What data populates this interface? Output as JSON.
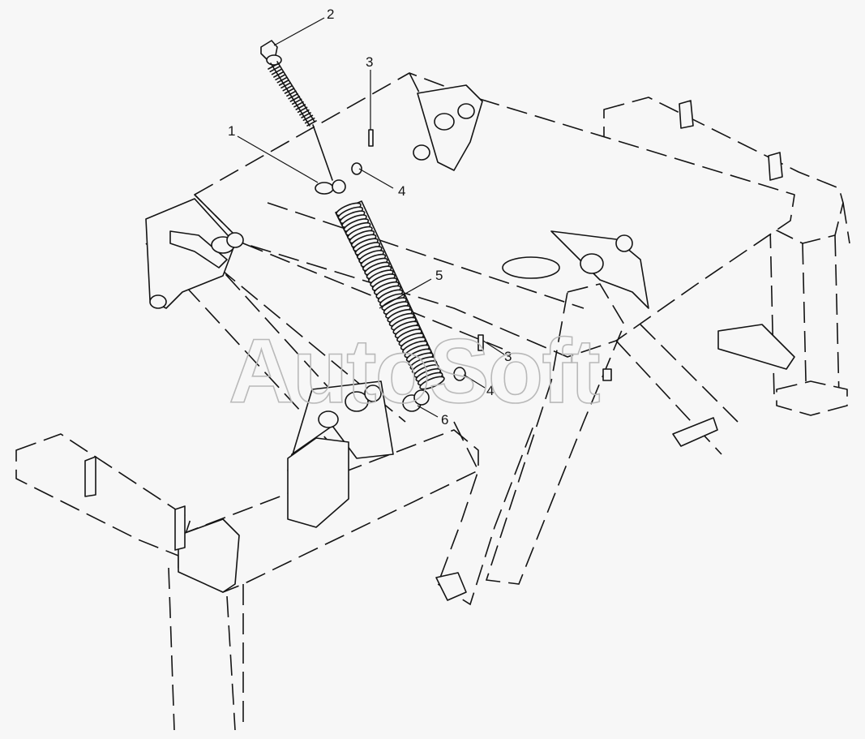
{
  "watermark": "AutoSoft",
  "callouts": [
    {
      "label": "1",
      "part": "split-pin-upper"
    },
    {
      "label": "2",
      "part": "eye-bolt"
    },
    {
      "label": "3",
      "part": "pin-upper"
    },
    {
      "label": "4",
      "part": "washer-upper"
    },
    {
      "label": "5",
      "part": "tension-spring"
    },
    {
      "label": "3",
      "part": "pin-lower"
    },
    {
      "label": "4",
      "part": "washer-lower"
    },
    {
      "label": "6",
      "part": "bushing"
    }
  ],
  "colors": {
    "line": "#141414",
    "background": "#f7f7f7",
    "watermark": "#b9b9b9"
  }
}
